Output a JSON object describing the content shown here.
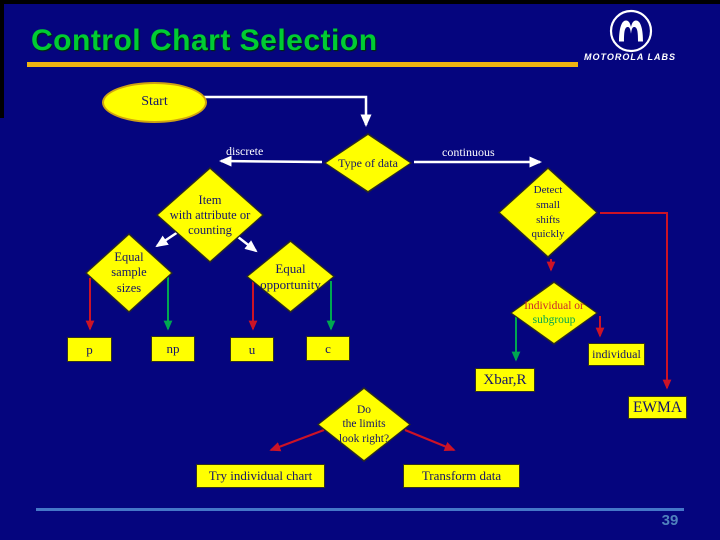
{
  "slide": {
    "title": "Control Chart Selection",
    "page_number": "39",
    "logo_text": "MOTOROLA LABS"
  },
  "colors": {
    "background": "#05057e",
    "title_green": "#00cc33",
    "underline_gold": "#efb310",
    "shape_yellow": "#ffff00",
    "shape_text_navy": "#15156a",
    "connector_white": "#ffffff",
    "connector_red": "#cc1326",
    "connector_green": "#00a651",
    "footer_blue": "#4577c8",
    "individual_or_red": "#cc2a2a",
    "subgroup_green": "#00a651"
  },
  "flowchart": {
    "nodes": {
      "start": {
        "type": "ellipse",
        "label": "Start"
      },
      "type_of_data": {
        "type": "decision",
        "label": "Type of data"
      },
      "item_attribute": {
        "type": "decision",
        "label": "Item\nwith attribute or\ncounting"
      },
      "detect_small_shifts": {
        "type": "decision",
        "label": "Detect\nsmall\nshifts\nquickly"
      },
      "equal_sample_sizes": {
        "type": "decision",
        "label": "Equal\nsample\nsizes"
      },
      "equal_opportunity": {
        "type": "decision",
        "label": "Equal\nopportunity"
      },
      "individual_or_subgroup": {
        "type": "decision",
        "label_line1": "Individual or",
        "label_line2": "subgroup"
      },
      "do_limits_look_right": {
        "type": "decision",
        "label": "Do\nthe limits\nlook right?"
      },
      "p": {
        "type": "box",
        "label": "p"
      },
      "np": {
        "type": "box",
        "label": "np"
      },
      "u": {
        "type": "box",
        "label": "u"
      },
      "c": {
        "type": "box",
        "label": "c"
      },
      "individual": {
        "type": "box",
        "label": "individual"
      },
      "xbar_r": {
        "type": "box",
        "label": "Xbar,R"
      },
      "ewma": {
        "type": "box",
        "label": "EWMA"
      },
      "try_individual_chart": {
        "type": "box",
        "label": "Try individual chart"
      },
      "transform_data": {
        "type": "box",
        "label": "Transform data"
      }
    },
    "edge_labels": {
      "discrete": "discrete",
      "continuous": "continuous"
    },
    "edges": [
      {
        "from": "start",
        "to": "type_of_data",
        "color": "white"
      },
      {
        "from": "type_of_data",
        "to": "item_attribute",
        "color": "white",
        "label": "discrete"
      },
      {
        "from": "type_of_data",
        "to": "detect_small_shifts",
        "color": "white",
        "label": "continuous"
      },
      {
        "from": "item_attribute",
        "to": "equal_sample_sizes",
        "color": "white"
      },
      {
        "from": "item_attribute",
        "to": "equal_opportunity",
        "color": "white"
      },
      {
        "from": "equal_sample_sizes",
        "to": "p",
        "color": "red"
      },
      {
        "from": "equal_sample_sizes",
        "to": "np",
        "color": "green"
      },
      {
        "from": "equal_opportunity",
        "to": "u",
        "color": "red"
      },
      {
        "from": "equal_opportunity",
        "to": "c",
        "color": "green"
      },
      {
        "from": "detect_small_shifts",
        "to": "individual_or_subgroup",
        "color": "red"
      },
      {
        "from": "detect_small_shifts",
        "to": "ewma",
        "color": "red"
      },
      {
        "from": "individual_or_subgroup",
        "to": "xbar_r",
        "color": "green"
      },
      {
        "from": "individual_or_subgroup",
        "to": "individual",
        "color": "red"
      },
      {
        "from": "do_limits_look_right",
        "to": "try_individual_chart",
        "color": "red"
      },
      {
        "from": "do_limits_look_right",
        "to": "transform_data",
        "color": "red"
      }
    ]
  }
}
